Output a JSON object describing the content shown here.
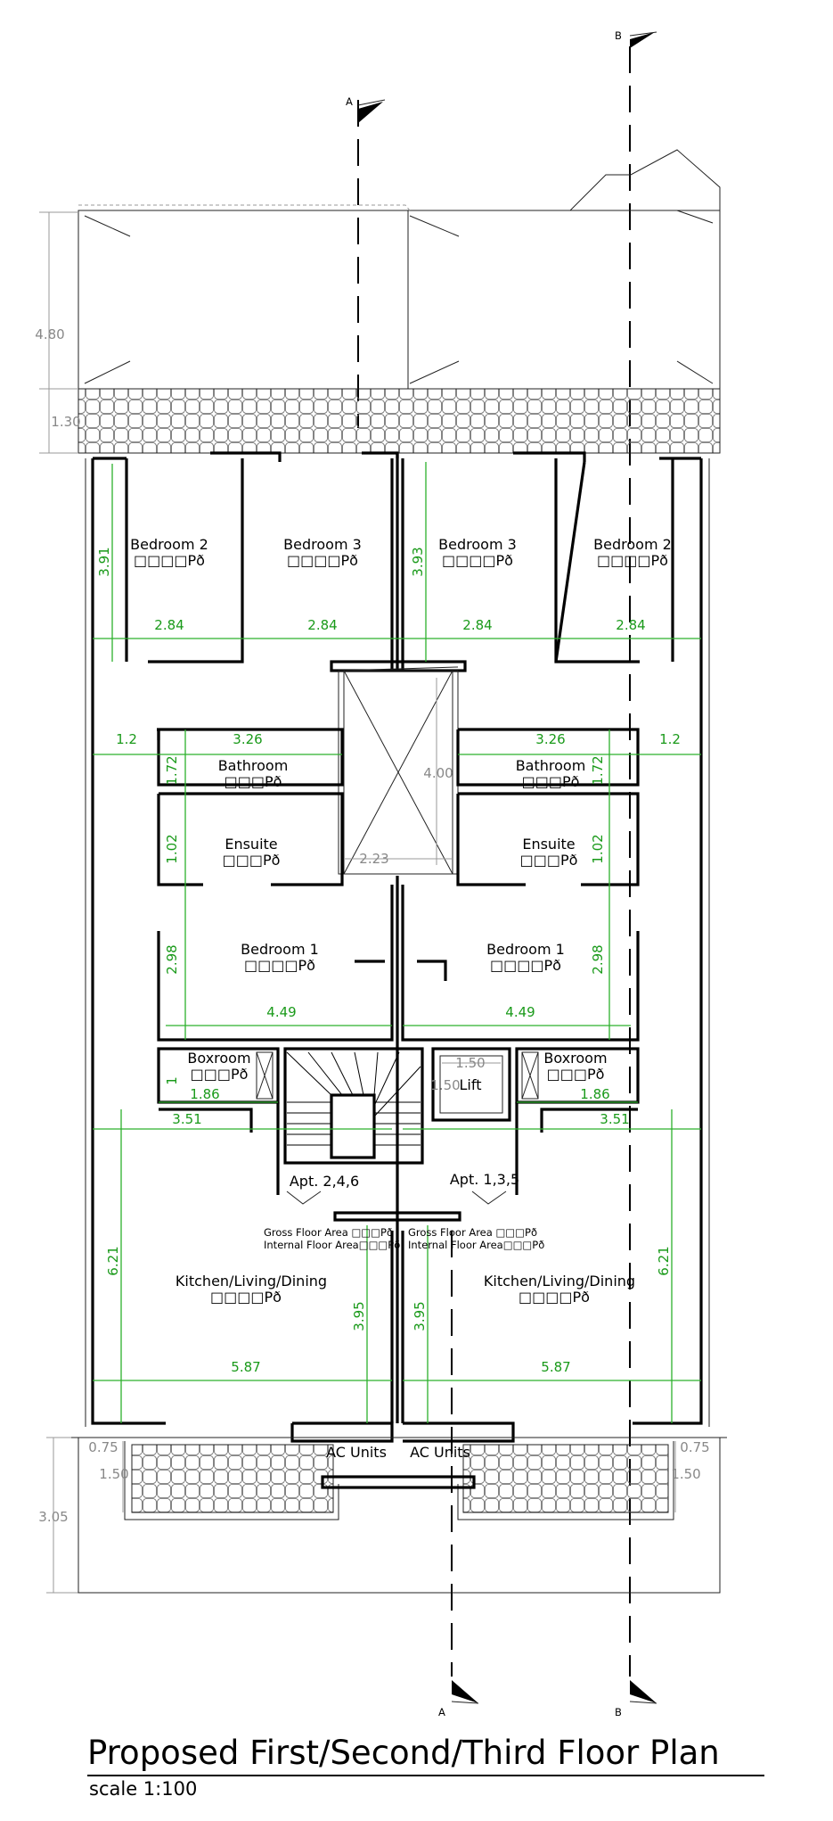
{
  "title": "Proposed First/Second/Third Floor Plan",
  "scale": "scale 1:100",
  "colors": {
    "wall": "#000000",
    "dimension": "#2cb02c",
    "dimension_secondary": "#999999"
  },
  "sections": {
    "a": "A",
    "b": "B"
  },
  "rooms": {
    "bed2_left": "Bedroom 2",
    "bed3_left": "Bedroom 3",
    "bed3_right": "Bedroom 3",
    "bed2_right": "Bedroom 2",
    "bath_left": "Bathroom",
    "bath_right": "Bathroom",
    "ensuite_left": "Ensuite",
    "ensuite_right": "Ensuite",
    "bed1_left": "Bedroom 1",
    "bed1_right": "Bedroom 1",
    "box_left": "Boxroom",
    "box_right": "Boxroom",
    "lift": "Lift",
    "kld_left": "Kitchen/Living/Dining",
    "kld_right": "Kitchen/Living/Dining",
    "ac_left": "AC Units",
    "ac_right": "AC Units"
  },
  "areas": {
    "area4": "□□□□Pð",
    "area3": "□□□Pð"
  },
  "apartments": {
    "left": "Apt. 2,4,6",
    "right": "Apt. 1,3,5"
  },
  "area_labels": {
    "gross_left": "Gross Floor Area □□□Pð",
    "internal_left": "Internal Floor Area□□□Pð",
    "gross_right": "Gross Floor Area □□□Pð",
    "internal_right": "Internal Floor Area□□□Pð"
  },
  "dims": {
    "d480": "4.80",
    "d130": "1.30",
    "d305": "3.05",
    "d075": "0.75",
    "d150": "1.50",
    "d400": "4.00",
    "d223": "2.23",
    "d391": "3.91",
    "d393": "3.93",
    "d284": "2.84",
    "d12": "1.2",
    "d326": "3.26",
    "d172": "1.72",
    "d102": "1.02",
    "d298": "2.98",
    "d449": "4.49",
    "d1": "1",
    "d186": "1.86",
    "d351": "3.51",
    "d621": "6.21",
    "d395": "3.95",
    "d587": "5.87"
  }
}
